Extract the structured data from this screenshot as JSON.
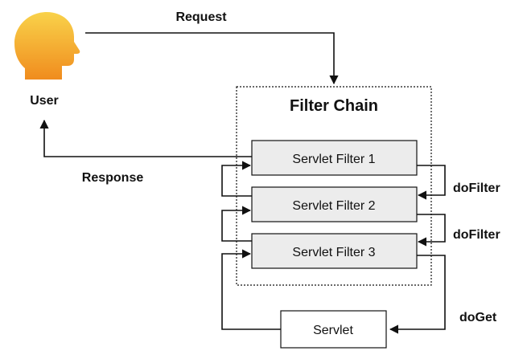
{
  "user": {
    "label": "User"
  },
  "arrows": {
    "request": "Request",
    "response": "Response",
    "dofilter_1": "doFilter",
    "dofilter_2": "doFilter",
    "doget": "doGet"
  },
  "filter_chain": {
    "title": "Filter Chain",
    "filters": [
      "Servlet Filter 1",
      "Servlet Filter 2",
      "Servlet Filter 3"
    ]
  },
  "servlet": {
    "label": "Servlet"
  },
  "colors": {
    "filter_fill": "#ececec",
    "servlet_fill": "#ffffff",
    "head_top": "#f9d24a",
    "head_bottom": "#f08c1e",
    "line": "#111111"
  }
}
